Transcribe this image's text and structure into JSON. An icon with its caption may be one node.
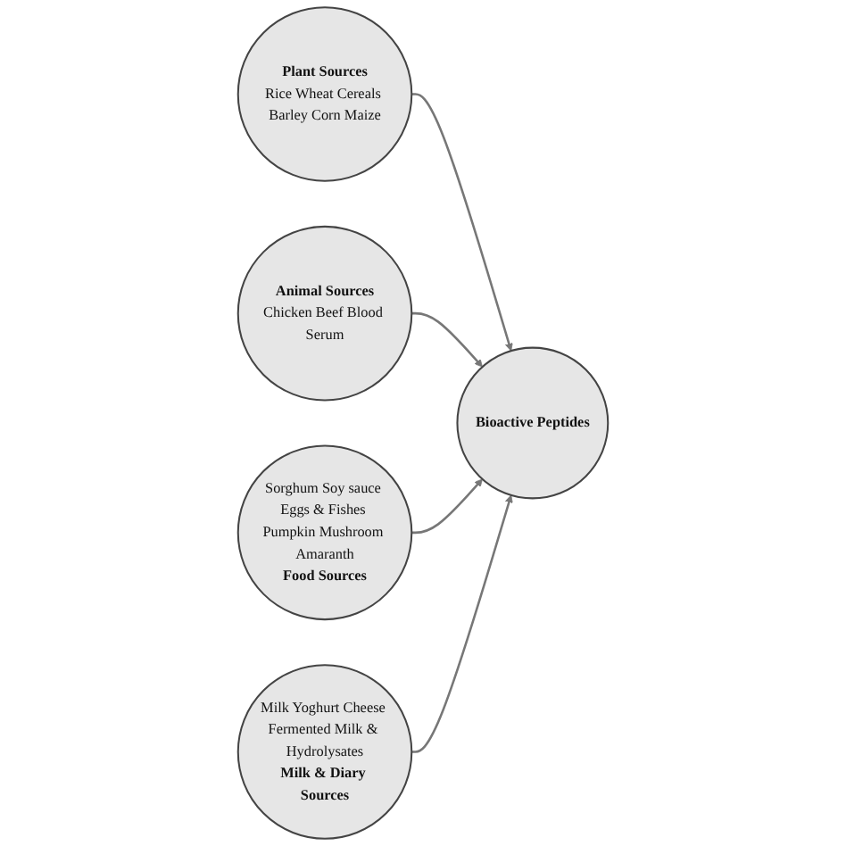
{
  "diagram": {
    "nodes": [
      {
        "text": [
          "Plant Sources",
          "Rice Wheat Cereals Barley Corn Maize"
        ]
      },
      {
        "text": [
          "Animal Sources",
          "Chicken Beef Blood Serum"
        ]
      },
      {
        "text": [
          "Bioactive Peptides"
        ]
      },
      {
        "text": [
          "Sorghum Soy sauce Eggs & Fishes Pumpkin Mushroom Amaranth",
          "Food Sources"
        ]
      },
      {
        "text": [
          "Milk Yoghurt Cheese Fermented Milk & Hydrolysates",
          "Milk & Diary Sources"
        ]
      }
    ],
    "edges": [
      {
        "from": 0,
        "to": 2,
        "arrow": "to"
      },
      {
        "from": 1,
        "to": 2,
        "arrow": "to"
      },
      {
        "from": 3,
        "to": 2,
        "arrow": "to"
      },
      {
        "from": 4,
        "to": 2,
        "arrow": "to"
      }
    ]
  }
}
